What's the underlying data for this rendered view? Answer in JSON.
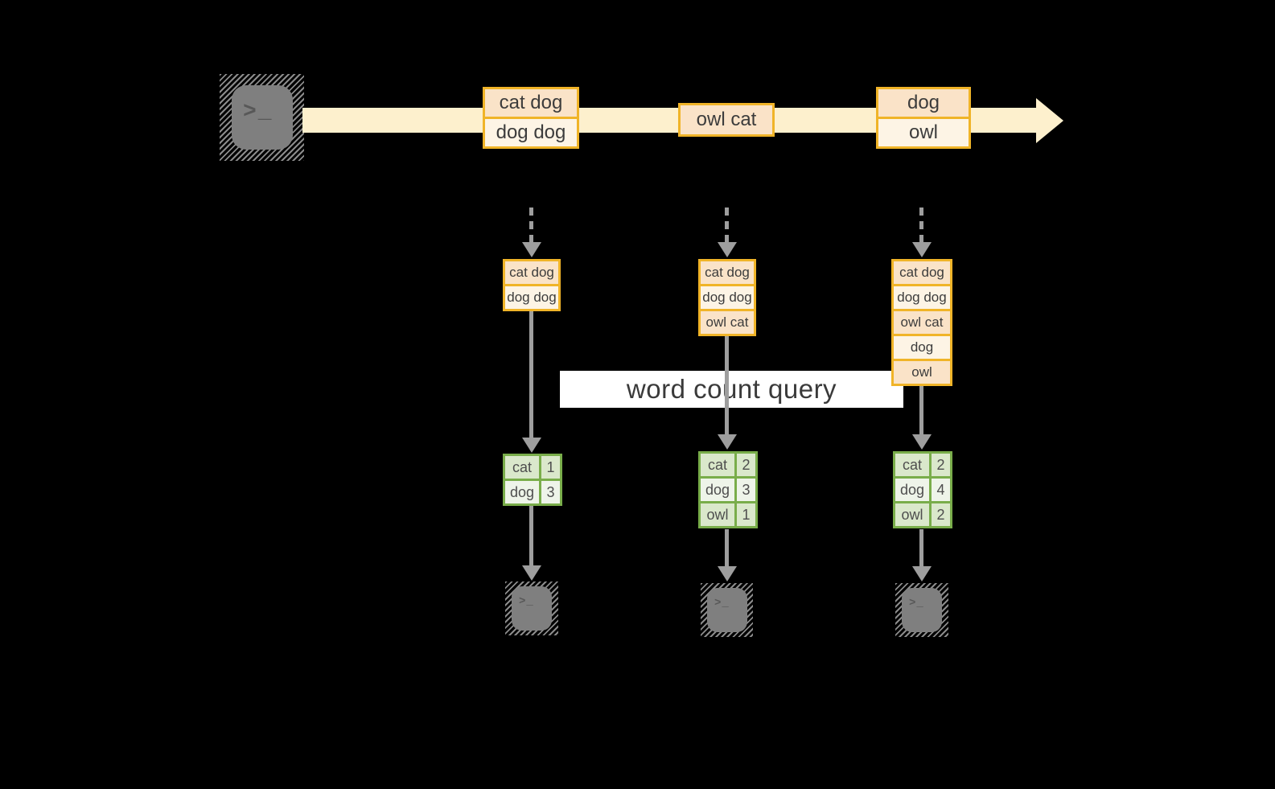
{
  "diagram": {
    "query_label": "word count query",
    "terminal_prompt": ">_"
  },
  "colors": {
    "background": "#000000",
    "stream_band": "#fdf0cd",
    "box_border_gold": "#f0b428",
    "box_fill_peach": "#fae3c8",
    "box_fill_cream": "#fdf4e5",
    "table_border_green": "#79ad4a",
    "table_fill_dark": "#dae8cb",
    "table_fill_light": "#eef4e9",
    "arrow_gray": "#9e9e9e",
    "terminal_gray": "#7f7f7f",
    "query_band_bg": "#ffffff"
  },
  "stream_batches": [
    [
      "cat dog",
      "dog dog"
    ],
    [
      "owl cat"
    ],
    [
      "dog",
      "owl"
    ]
  ],
  "micro_batches": [
    [
      "cat dog",
      "dog dog"
    ],
    [
      "cat dog",
      "dog dog",
      "owl cat"
    ],
    [
      "cat dog",
      "dog dog",
      "owl cat",
      "dog",
      "owl"
    ]
  ],
  "word_counts": [
    [
      [
        "cat",
        "1"
      ],
      [
        "dog",
        "3"
      ]
    ],
    [
      [
        "cat",
        "2"
      ],
      [
        "dog",
        "3"
      ],
      [
        "owl",
        "1"
      ]
    ],
    [
      [
        "cat",
        "2"
      ],
      [
        "dog",
        "4"
      ],
      [
        "owl",
        "2"
      ]
    ]
  ]
}
